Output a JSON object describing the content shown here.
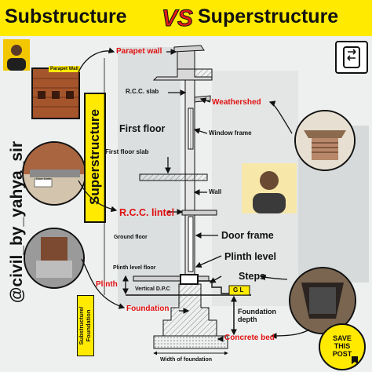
{
  "header": {
    "left_title": "Substructure",
    "vs": "VS",
    "right_title": "Superstructure"
  },
  "handle": "@civil_by_yahya_sir",
  "side_labels": {
    "superstructure": "Superstructure",
    "foundation": "Substructure/ Foundation"
  },
  "photo_labels": {
    "parapet_wall": "Parapet Wall",
    "lintel_photo": "Door Lintel"
  },
  "diagram_labels": {
    "parapet_wall": "Parapet wall",
    "rcc_slab": "R.C.C. slab",
    "weathershed": "Weathershed",
    "first_floor": "First floor",
    "window_frame": "Window frame",
    "first_floor_slab": "First floor slab",
    "wall": "Wall",
    "rcc_lintel": "R.C.C. lintel",
    "ground_floor": "Ground floor",
    "door_frame": "Door frame",
    "plinth_level_floor": "Plinth level floor",
    "plinth_level": "Plinth level",
    "plinth": "Plinth",
    "steps": "Steps",
    "vertical_dpc": "Vertical D.P.C",
    "gl": "G L",
    "foundation": "Foundation",
    "foundation_depth": "Foundation depth",
    "concrete_bed": "Concrete bed",
    "width_of_foundation": "Width of foundation"
  },
  "save_badge": [
    "SAVE",
    "THIS",
    "POST"
  ],
  "colors": {
    "header_bg": "#ffea00",
    "label_red": "#e01010",
    "accent_yellow": "#ffea00"
  }
}
